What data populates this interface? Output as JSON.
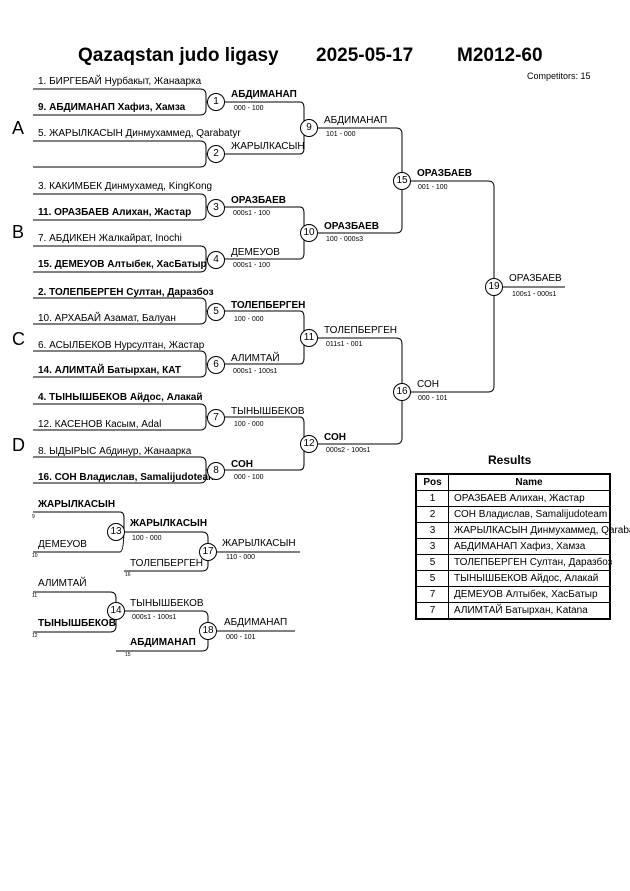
{
  "header": {
    "league": "Qazaqstan judo ligasy",
    "date": "2025-05-17",
    "category": "M2012-60",
    "competitors": "Competitors: 15"
  },
  "pools": [
    "A",
    "B",
    "C",
    "D"
  ],
  "entries": [
    "1. БИРГЕБАЙ Нурбакыт, Жанаарка",
    "9. АБДИМАНАП Хафиз, Хамза",
    "5. ЖАРЫЛКАСЫН Динмухаммед, Qarabatyr",
    "",
    "3. КАКИМБЕК Динмухамед, KingKong",
    "11. ОРАЗБАЕВ Алихан, Жастар",
    "7. АБДИКЕН Жалкайрат, Inochi",
    "15. ДЕМЕУОВ Алтыбек, ХасБатыр",
    "2. ТОЛЕПБЕРГЕН Султан, Даразбоз",
    "10. АРХАБАЙ Азамат, Балуан",
    "6. АСЫЛБЕКОВ Нурсултан, Жастар",
    "14. АЛИМТАЙ Батырхан, КАТ",
    "4. ТЫНЫШБЕКОВ Айдос, Алакай",
    "12. КАСЕНОВ Касым, Adal",
    "8. ЫДЫРЫС Абдинур, Жанаарка",
    "16. СОН Владислав, Samalijudoteam"
  ],
  "matches": {
    "m1": {
      "num": "1",
      "winner": "АБДИМАНАП",
      "score": "000 - 100"
    },
    "m2": {
      "num": "2",
      "winner": "ЖАРЫЛКАСЫН",
      "score": ""
    },
    "m3": {
      "num": "3",
      "winner": "ОРАЗБАЕВ",
      "score": "000s1 - 100"
    },
    "m4": {
      "num": "4",
      "winner": "ДЕМЕУОВ",
      "score": "000s1 - 100"
    },
    "m5": {
      "num": "5",
      "winner": "ТОЛЕПБЕРГЕН",
      "score": "100 - 000"
    },
    "m6": {
      "num": "6",
      "winner": "АЛИМТАЙ",
      "score": "000s1 - 100s1"
    },
    "m7": {
      "num": "7",
      "winner": "ТЫНЫШБЕКОВ",
      "score": "100 - 000"
    },
    "m8": {
      "num": "8",
      "winner": "СОН",
      "score": "000 - 100"
    },
    "m9": {
      "num": "9",
      "winner": "АБДИМАНАП",
      "score": "101 - 000"
    },
    "m10": {
      "num": "10",
      "winner": "ОРАЗБАЕВ",
      "score": "100 - 000s3"
    },
    "m11": {
      "num": "11",
      "winner": "ТОЛЕПБЕРГЕН",
      "score": "011s1 - 001"
    },
    "m12": {
      "num": "12",
      "winner": "СОН",
      "score": "000s2 - 100s1"
    },
    "m15": {
      "num": "15",
      "winner": "ОРАЗБАЕВ",
      "score": "001 - 100"
    },
    "m16": {
      "num": "16",
      "winner": "СОН",
      "score": "000 - 101"
    },
    "m19": {
      "num": "19",
      "winner": "ОРАЗБАЕВ",
      "score": "100s1 - 000s1"
    },
    "m13": {
      "num": "13",
      "top": "ЖАРЫЛКАСЫН",
      "top_ref": "9",
      "bottom": "ДЕМЕУОВ",
      "bottom_ref": "10",
      "winner": "ЖАРЫЛКАСЫН",
      "score": "100 - 000"
    },
    "m17": {
      "num": "17",
      "bottom": "ТОЛЕПБЕРГЕН",
      "bottom_ref": "16",
      "winner": "ЖАРЫЛКАСЫН",
      "score": "110 - 000"
    },
    "m14": {
      "num": "14",
      "top": "АЛИМТАЙ",
      "top_ref": "11",
      "bottom": "ТЫНЫШБЕКОВ",
      "bottom_ref": "12",
      "winner": "ТЫНЫШБЕКОВ",
      "score": "000s1 - 100s1"
    },
    "m18": {
      "num": "18",
      "bottom": "АБДИМАНАП",
      "bottom_ref": "15",
      "winner": "АБДИМАНАП",
      "score": "000 - 101"
    }
  },
  "results": {
    "title": "Results",
    "headers": [
      "Pos",
      "Name"
    ],
    "rows": [
      {
        "pos": "1",
        "name": "ОРАЗБАЕВ Алихан, Жастар"
      },
      {
        "pos": "2",
        "name": "СОН Владислав, Samalijudoteam"
      },
      {
        "pos": "3",
        "name": "ЖАРЫЛКАСЫН Динмухаммед, Qarabatyr"
      },
      {
        "pos": "3",
        "name": "АБДИМАНАП Хафиз, Хамза"
      },
      {
        "pos": "5",
        "name": "ТОЛЕПБЕРГЕН Султан, Даразбоз"
      },
      {
        "pos": "5",
        "name": "ТЫНЫШБЕКОВ Айдос, Алакай"
      },
      {
        "pos": "7",
        "name": "ДЕМЕУОВ Алтыбек, ХасБатыр"
      },
      {
        "pos": "7",
        "name": "АЛИМТАЙ Батырхан, Katana"
      }
    ]
  }
}
